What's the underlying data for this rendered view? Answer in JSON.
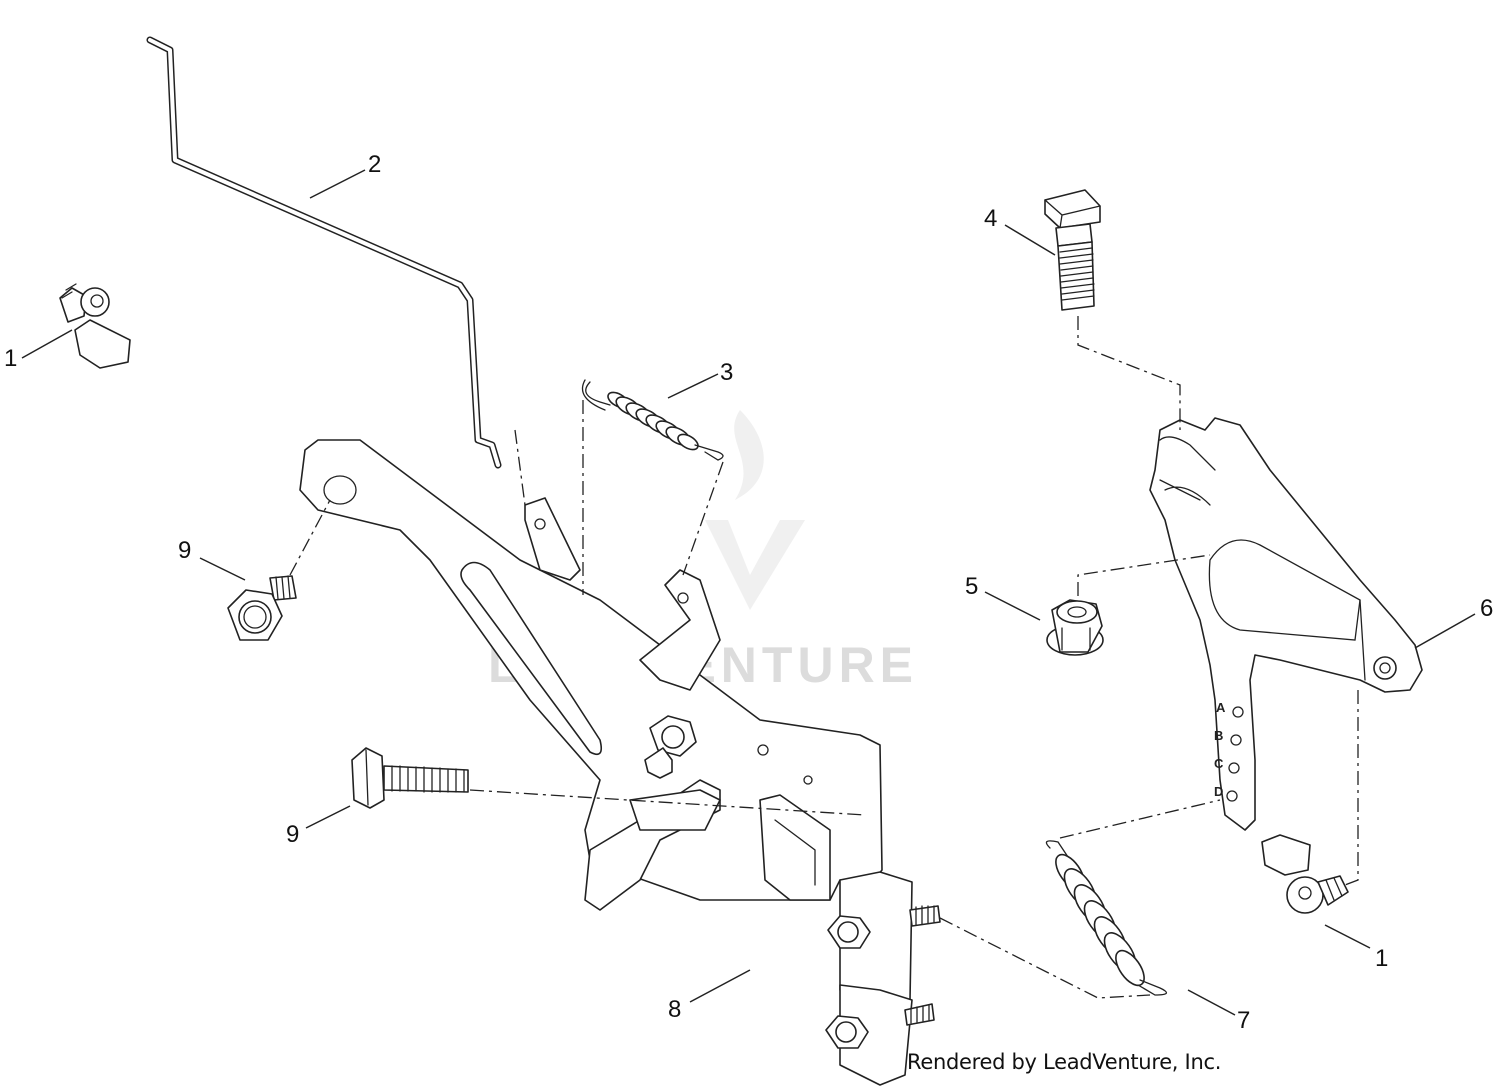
{
  "callouts": {
    "c1_left": "1",
    "c2": "2",
    "c3": "3",
    "c4": "4",
    "c5": "5",
    "c6": "6",
    "c7": "7",
    "c8": "8",
    "c9_upper": "9",
    "c9_lower": "9",
    "c1_right": "1"
  },
  "hole_letters": [
    "A",
    "B",
    "C",
    "D"
  ],
  "watermark": {
    "text": "LEADVENTURE"
  },
  "credit": "Rendered by LeadVenture, Inc.",
  "colors": {
    "line": "#222222",
    "watermark": "#dcdcdc",
    "background": "#ffffff"
  }
}
